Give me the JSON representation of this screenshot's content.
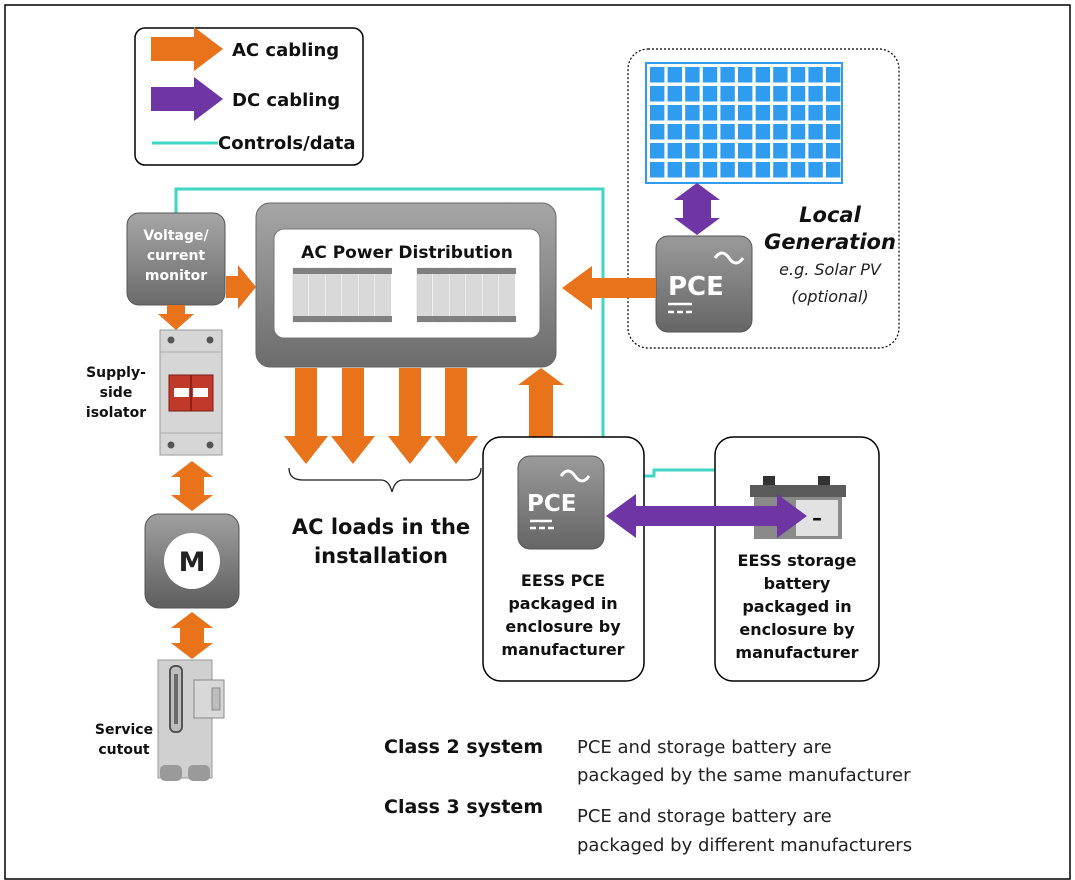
{
  "legend": {
    "ac": "AC cabling",
    "dc": "DC cabling",
    "controls": "Controls/data"
  },
  "colors": {
    "ac": "#e8731a",
    "dc": "#6f35a5",
    "controls": "#3fd6c6",
    "box_gray": "#8a8a8a",
    "solar_cell": "#2f9cf0",
    "isolator_red": "#c0392b"
  },
  "monitor": {
    "line1": "Voltage/",
    "line2": "current",
    "line3": "monitor"
  },
  "isolator": {
    "line1": "Supply-",
    "line2": "side",
    "line3": "isolator"
  },
  "meter": {
    "label": "M"
  },
  "cutout": {
    "line1": "Service",
    "line2": "cutout"
  },
  "distribution": {
    "title": "AC Power Distribution"
  },
  "loads": {
    "line1": "AC loads in the",
    "line2": "installation"
  },
  "generation": {
    "title1": "Local",
    "title2": "Generation",
    "line1": "e.g. Solar PV",
    "line2": "(optional)",
    "pce_label": "PCE"
  },
  "eess_pce": {
    "pce_label": "PCE",
    "line1": "EESS PCE",
    "line2": "packaged in",
    "line3": "enclosure by",
    "line4": "manufacturer"
  },
  "battery": {
    "plus": "+",
    "minus": "–",
    "line1": "EESS storage",
    "line2": "battery",
    "line3": "packaged in",
    "line4": "enclosure by",
    "line5": "manufacturer"
  },
  "classes": [
    {
      "name": "Class 2 system",
      "line1": "PCE and storage battery are",
      "line2": "packaged by the same manufacturer"
    },
    {
      "name": "Class 3 system",
      "line1": "PCE and storage battery are",
      "line2": "packaged by different manufacturers"
    }
  ]
}
